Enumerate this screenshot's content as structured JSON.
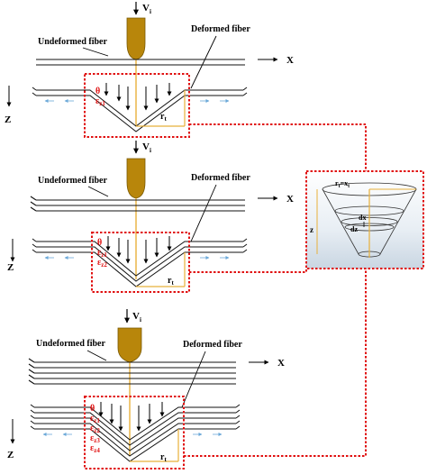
{
  "colors": {
    "projectile": "#b8860b",
    "box": "#e01010",
    "fiber": "#111111",
    "trail": "#e8b03a",
    "flow": "#6aa8d8",
    "panel": "#dde6ee"
  },
  "panels": [
    {
      "velocity": "V",
      "velocity_sub": "i",
      "undeformed_label": "Undeformed fiber",
      "deformed_label": "Deformed fiber",
      "axis_x": "X",
      "axis_z": "Z",
      "theta": "θ",
      "strain": "ε",
      "strain_sub": [
        "z1"
      ],
      "radius": "r",
      "radius_sub": "t"
    },
    {
      "velocity": "V",
      "velocity_sub": "i",
      "undeformed_label": "Undeformed fiber",
      "deformed_label": "Deformed fiber",
      "axis_x": "X",
      "axis_z": "Z",
      "theta": "θ",
      "strain": "ε",
      "strain_sub": [
        "z1",
        "z2"
      ],
      "radius": "r",
      "radius_sub": "t"
    },
    {
      "velocity": "V",
      "velocity_sub": "i",
      "undeformed_label": "Undeformed fiber",
      "deformed_label": "Deformed fiber",
      "axis_x": "X",
      "axis_z": "Z",
      "theta": "θ",
      "strain": "ε",
      "strain_sub": [
        "z1",
        "z2",
        "z3",
        "z4"
      ],
      "radius": "r",
      "radius_sub": "t"
    }
  ],
  "cone": {
    "top_label": "r",
    "top_label_sub": "t",
    "top_label_eq": "=x",
    "top_label_eq_sub": "t",
    "dx": "dx",
    "dz": "dz",
    "z": "z"
  }
}
